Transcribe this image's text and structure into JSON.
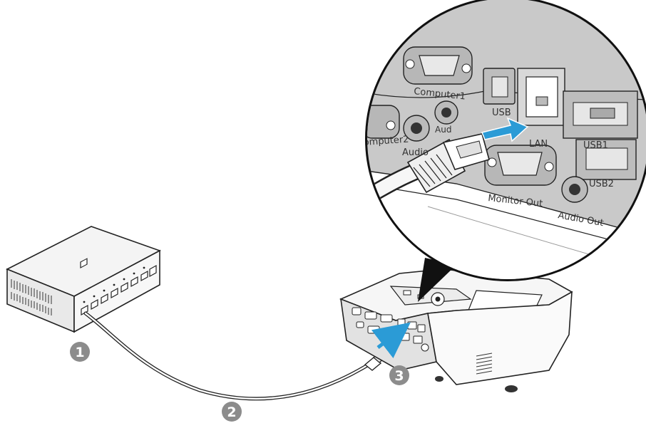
{
  "callouts": {
    "one": "1",
    "two": "2",
    "three": "3"
  },
  "ports": {
    "computer1": "Computer1",
    "computer2": "omputer2",
    "audio_left": "Audio",
    "audio_top": "Aud",
    "usb": "USB",
    "lan": "LAN",
    "usb1": "USB1",
    "usb2": "USB2",
    "monitor_out": "Monitor Out",
    "audio_out": "Audio Out"
  },
  "colors": {
    "arrow": "#2b9bd6",
    "callout_circle": "#8c8c8c",
    "outline": "#222222",
    "panel": "#cfcfcf",
    "panel_dark": "#a9a9a9"
  }
}
